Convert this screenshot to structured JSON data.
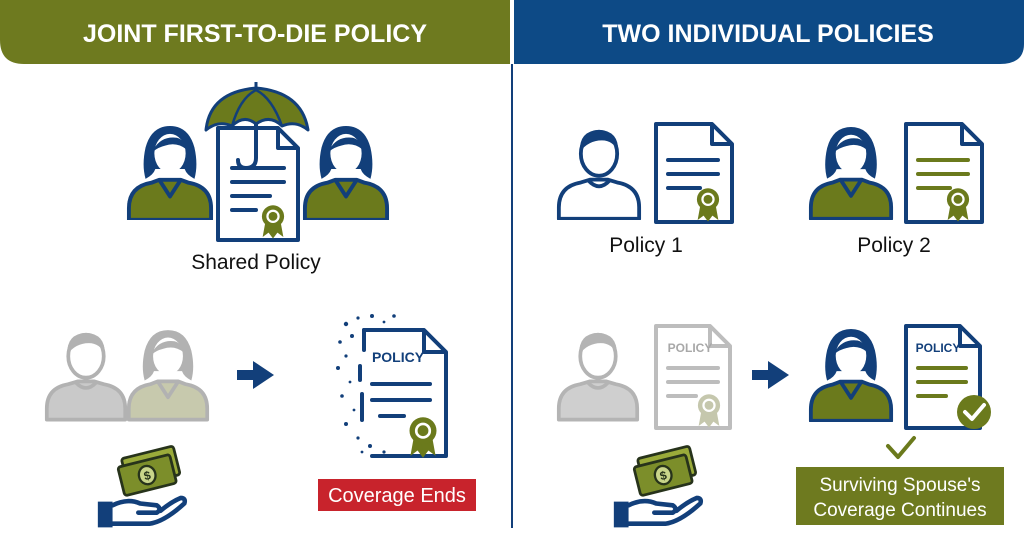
{
  "left_panel": {
    "header": "JOINT FIRST-TO-DIE POLICY",
    "shared_policy_label": "Shared Policy",
    "policy_doc_title": "POLICY",
    "status_badge": "Coverage Ends"
  },
  "right_panel": {
    "header": "TWO INDIVIDUAL POLICIES",
    "policy_1_label": "Policy 1",
    "policy_2_label": "Policy 2",
    "faded_doc_title": "POLICY",
    "active_doc_title": "POLICY",
    "continues_line_1": "Surviving Spouse's",
    "continues_line_2": "Coverage Continues"
  },
  "colors": {
    "olive": "#6b7a1c",
    "olive_header": "#6e7a1f",
    "navy": "#123f7a",
    "navy_header": "#0d4a86",
    "gray": "#b8b8b8",
    "red": "#c8232c",
    "money_green": "#7c8e2a"
  },
  "icons": {
    "umbrella": "umbrella-icon",
    "person": "person-icon",
    "document": "document-icon",
    "ribbon": "award-ribbon-icon",
    "arrow": "arrow-right-icon",
    "money": "money-hand-icon",
    "check": "check-icon"
  }
}
